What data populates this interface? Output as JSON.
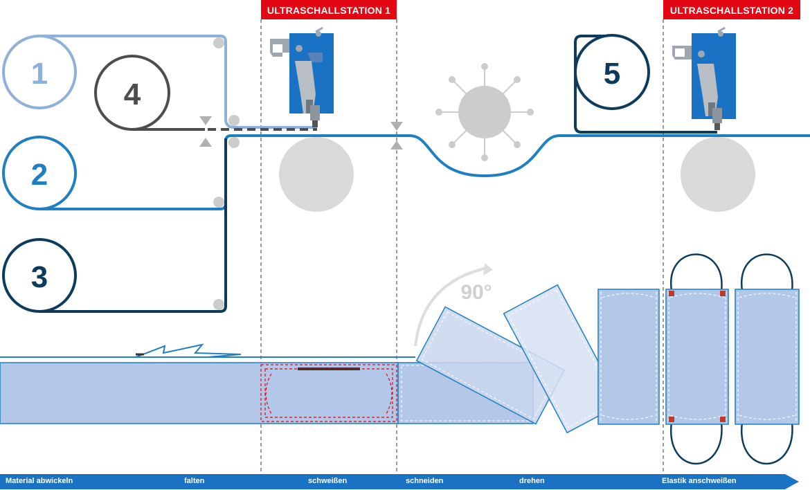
{
  "stations": [
    {
      "label": "ULTRASCHALLSTATION 1"
    },
    {
      "label": "ULTRASCHALLSTATION 2"
    }
  ],
  "rolls": [
    {
      "number": "1",
      "color": "#8fb0dc"
    },
    {
      "number": "2",
      "color": "#1e7fc2"
    },
    {
      "number": "3",
      "color": "#0d3b5e"
    },
    {
      "number": "4",
      "color": "#4d4d4d"
    },
    {
      "number": "5",
      "color": "#0d3b5e"
    }
  ],
  "rotation": {
    "label": "90°"
  },
  "process_steps": [
    {
      "label": "Material abwickeln"
    },
    {
      "label": "falten"
    },
    {
      "label": "schweißen"
    },
    {
      "label": "schneiden"
    },
    {
      "label": "drehen"
    },
    {
      "label": "Elastik anschweißen"
    }
  ],
  "colors": {
    "station_red": "#e30613",
    "sonotrode_blue": "#1a72c4",
    "web_blue": "#1e7fc2",
    "mask_fill": "#b3c8e8",
    "arrow_bar": "#1a72c4",
    "light_grey": "#d9d9d9"
  }
}
